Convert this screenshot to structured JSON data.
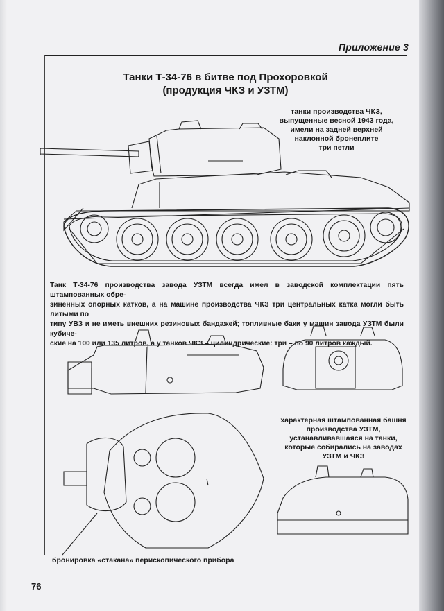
{
  "header": {
    "appendix_label": "Приложение 3"
  },
  "title": {
    "line1": "Танки Т-34-76 в битве под Прохоровкой",
    "line2": "(продукция ЧКЗ и УЗТМ)"
  },
  "captions": {
    "chkz_tanks": [
      "танки производства ЧКЗ,",
      "выпущенные весной 1943 года,",
      "имели на задней верхней",
      "наклонной бронеплите",
      "три петли"
    ],
    "main_paragraph": [
      "Танк Т-34-76 производства завода УЗТМ всегда имел в заводской комплектации пять штампованных обре-",
      "зиненных опорных катков, а на машине производства ЧКЗ три центральных катка могли быть литыми по",
      "типу УВЗ и не иметь внешних резиновых бандажей; топливные баки у машин завода УЗТМ были кубиче-",
      "ские на 100 или 135 литров, а у танков ЧКЗ – цилиндрические: три – по 90 литров каждый."
    ],
    "stamped_turret": [
      "характерная штампованная башня",
      "производства УЗТМ,",
      "устанавливавшаяся на танки,",
      "которые собирались на заводах",
      "УЗТМ и ЧКЗ"
    ],
    "periscope": "бронировка «стакана» перископического прибора"
  },
  "page_number": "76"
}
